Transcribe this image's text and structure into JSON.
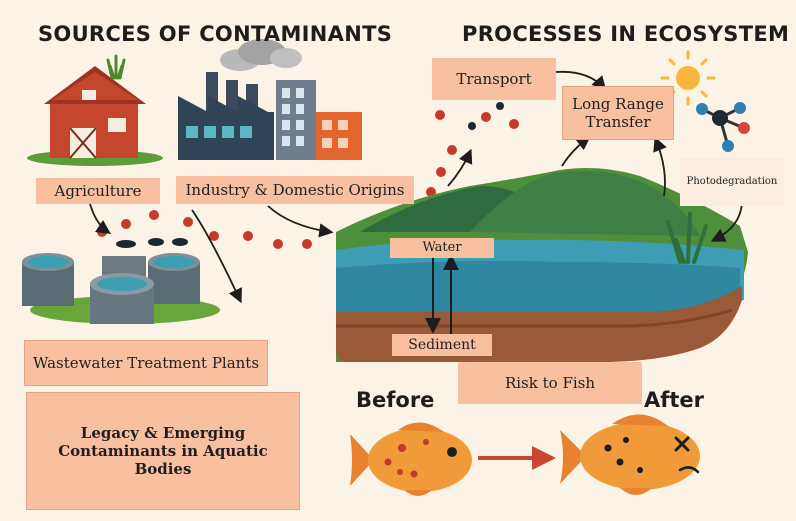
{
  "headings": {
    "sources": "SOURCES OF CONTAMINANTS",
    "processes": "PROCESSES IN ECOSYSTEM"
  },
  "sources": {
    "agriculture": "Agriculture",
    "industry": "Industry & Domestic Origins",
    "wastewater": "Wastewater Treatment Plants"
  },
  "processes": {
    "transport": "Transport",
    "long_range": "Long Range Transfer",
    "photodegradation": "Photodegradation",
    "water": "Water",
    "sediment": "Sediment",
    "risk": "Risk to Fish"
  },
  "fish": {
    "before": "Before",
    "after": "After"
  },
  "summary": "Legacy & Emerging Contaminants in Aquatic Bodies",
  "colors": {
    "background": "#fbf3e6",
    "label_fill": "#f8bfa1",
    "contaminant_dot": "#c8392b",
    "water": "#3d9db4",
    "fish": "#f09a3a"
  }
}
